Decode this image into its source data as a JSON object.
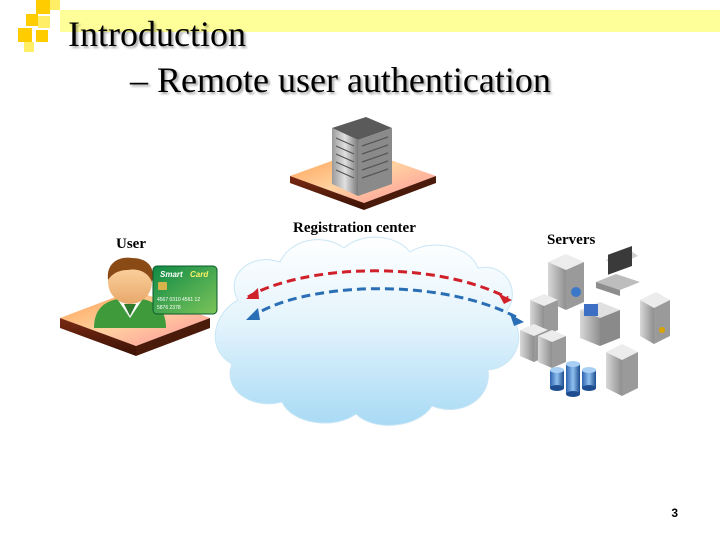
{
  "slide": {
    "title": "Introduction",
    "subtitle": "– Remote user authentication",
    "page_number": "3"
  },
  "diagram": {
    "user_label": "User",
    "registration_label": "Registration center",
    "servers_label": "Servers",
    "card": {
      "brand_1": "Smart",
      "brand_2": "Card",
      "line_1": "4567 0310 4561 12",
      "line_2": "5876 2378"
    }
  },
  "colors": {
    "accent_yellow": "#ffcc00",
    "band_yellow": "#ffff99",
    "arrow_red": "#d0202a",
    "arrow_blue": "#2a6fb5",
    "cloud_blue": "#bfe3f7"
  }
}
